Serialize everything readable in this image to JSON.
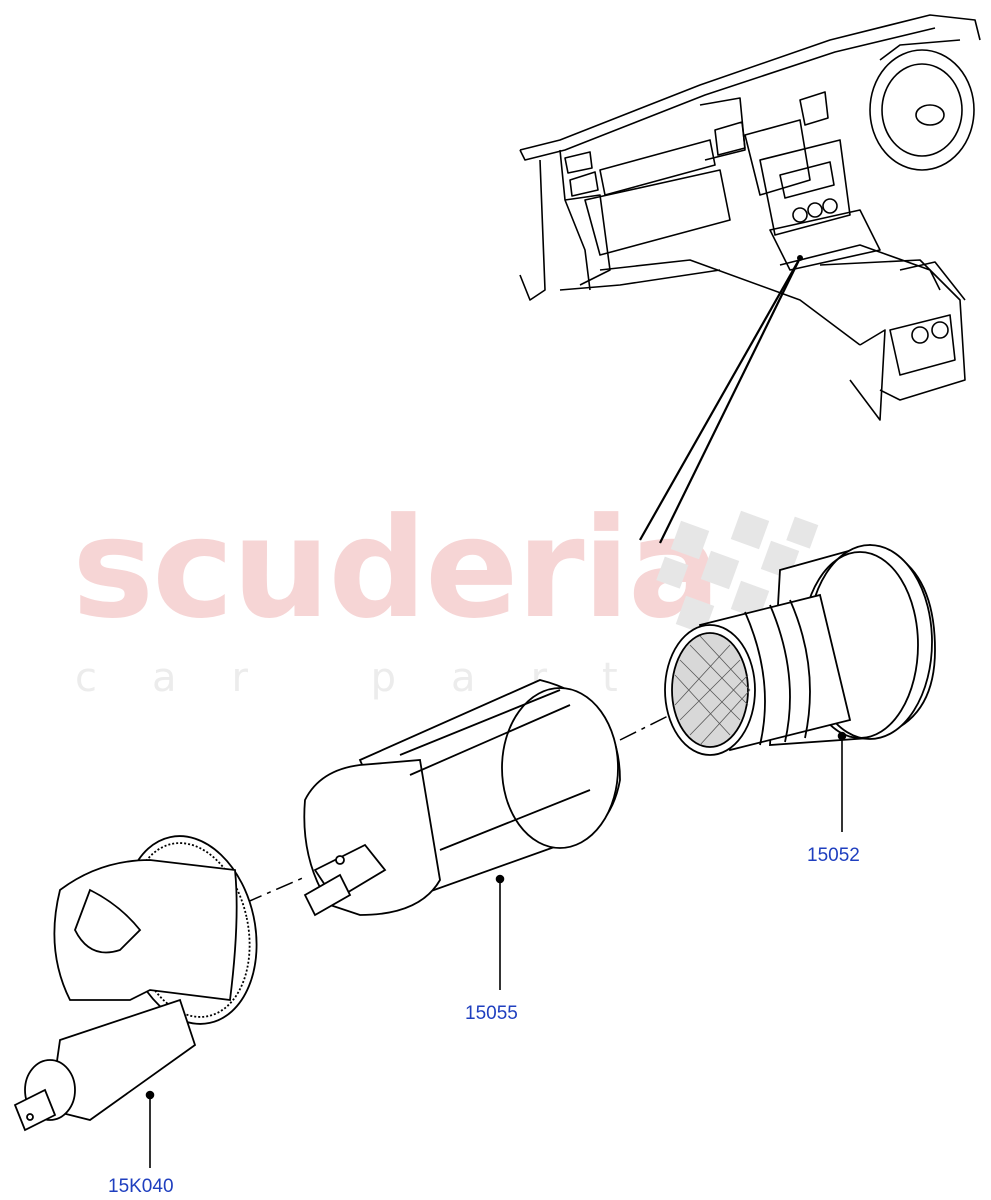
{
  "watermark": {
    "brand": "scuderia",
    "tagline": "car parts"
  },
  "callouts": [
    {
      "id": "15052",
      "label": "15052"
    },
    {
      "id": "15055",
      "label": "15055"
    },
    {
      "id": "15K040",
      "label": "15K040"
    }
  ],
  "colors": {
    "callout": "#1f3fbf",
    "line": "#000000",
    "watermark_red": "#f6d5d5",
    "watermark_grey": "#ececec"
  }
}
